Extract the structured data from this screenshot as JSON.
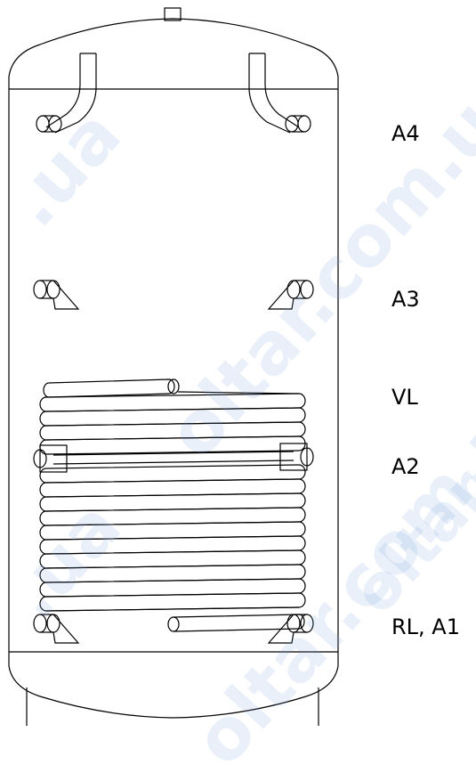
{
  "colors": {
    "line": "#000000",
    "background": "#ffffff",
    "watermark": "#9db8e0"
  },
  "labels": {
    "a4": "A4",
    "a3": "A3",
    "vl": "VL",
    "a2": "A2",
    "rl_a1": "RL, A1"
  },
  "watermark": {
    "text_1": "oltar.com.ua",
    "text_2": "oltar.com.ua",
    "text_3": ".ua",
    "text_4": ".ua",
    "text_5": "oltar.com.ua"
  }
}
